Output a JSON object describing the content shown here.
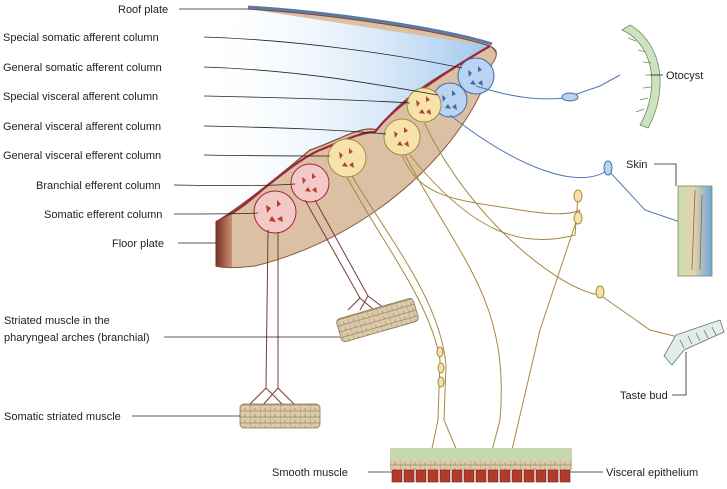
{
  "labels": {
    "roof_plate": "Roof plate",
    "ssa": "Special somatic afferent column",
    "gsa": "General somatic afferent column",
    "sva": "Special visceral afferent column",
    "gva": "General visceral afferent column",
    "gve": "General visceral efferent column",
    "be": "Branchial efferent column",
    "se": "Somatic efferent column",
    "floor_plate": "Floor plate",
    "pharyngeal_1": "Striated muscle in the",
    "pharyngeal_2": "pharyngeal arches (branchial)",
    "somatic_muscle": "Somatic striated muscle",
    "smooth_muscle": "Smooth muscle",
    "otocyst": "Otocyst",
    "skin": "Skin",
    "taste_bud": "Taste bud",
    "visceral_epithelium": "Visceral epithelium"
  },
  "colors": {
    "neural_tube": "#dcc0a4",
    "tube_dark": "#8a4a34",
    "lumen_top": "#a9cdef",
    "roof_plate": "#5a79a8",
    "efferent_column": "#f2c9c6",
    "efferent_cell": "#c0392b",
    "visceral_column": "#f6e3a9",
    "visceral_cell": "#b2453a",
    "afferent_column": "#b9d3f0",
    "afferent_cell": "#4469a8",
    "motor_axon": "#7a3a3a",
    "sensory_axon": "#a7893f",
    "somatic_axon": "#4f76b8",
    "muscle": "#d8c6a6",
    "epithelium": "#c5d8b0",
    "visceral_cells": "#8c2a20"
  }
}
